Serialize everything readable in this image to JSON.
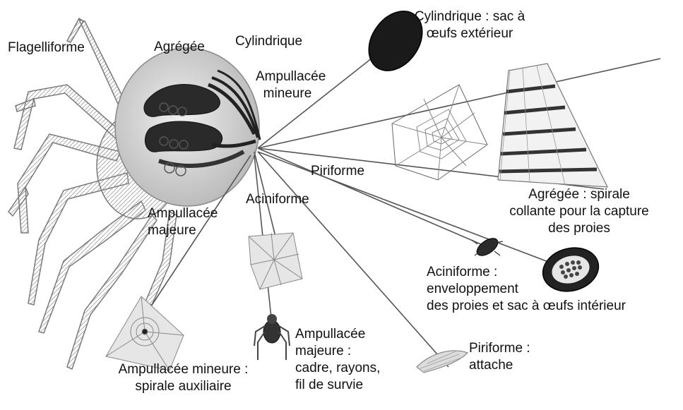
{
  "labels": {
    "flagelliforme": "Flagelliforme",
    "agregee": "Agrégée",
    "cylindrique": "Cylindrique",
    "ampullacee_mineure": [
      "Ampullacée",
      "mineure"
    ],
    "piriforme": "Piriforme",
    "aciniforme": "Aciniforme",
    "ampullacee_majeure": [
      "Ampullacée",
      "majeure"
    ]
  },
  "functions": {
    "cylindrique": [
      "Cylindrique : sac à",
      "œufs extérieur"
    ],
    "agregee": [
      "Agrégée :  spirale",
      "collante pour la capture",
      "des proies"
    ],
    "aciniforme": [
      "Aciniforme :",
      "enveloppement",
      "des proies et sac à œufs intérieur"
    ],
    "piriforme": [
      "Piriforme :",
      "attache"
    ],
    "ampullacee_majeure": [
      "Ampullacée",
      "majeure :",
      "cadre, rayons,",
      "fil de survie"
    ],
    "ampullacee_mineure": [
      "Ampullacée mineure :",
      "spirale auxiliaire"
    ]
  },
  "colors": {
    "ink": "#111111",
    "line": "#555555",
    "sketch": "#7a7a7a",
    "fill": "#d9d9d9",
    "gland": "#2a2a2a"
  }
}
